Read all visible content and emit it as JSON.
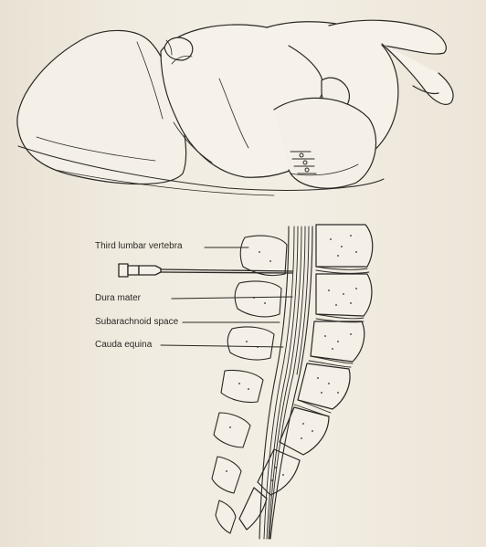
{
  "figure": {
    "labels": {
      "third_lumbar_vertebra": "Third lumbar vertebra",
      "dura_mater": "Dura mater",
      "subarachnoid_space": "Subarachnoid space",
      "cauda_equina": "Cauda equina"
    },
    "colors": {
      "ink": "#2a2724",
      "paper": "#f1ece1",
      "bone": "#f4f0e8"
    }
  }
}
